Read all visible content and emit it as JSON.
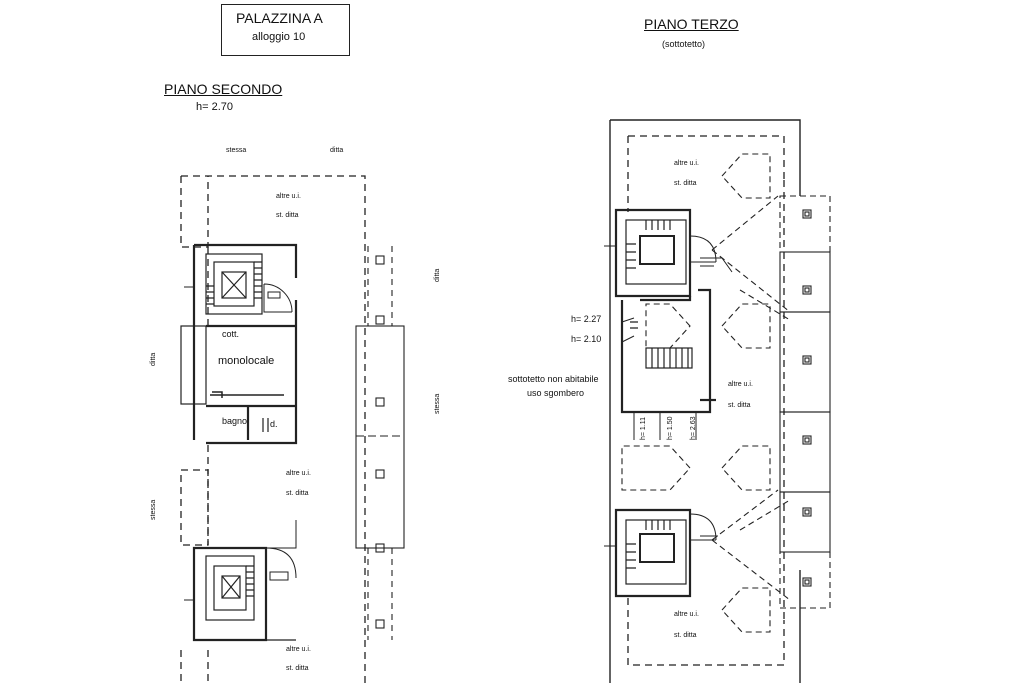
{
  "header": {
    "building": "PALAZZINA A",
    "unit": "alloggio 10"
  },
  "floor2": {
    "title": "PIANO SECONDO",
    "height": "h= 2.70",
    "neighbors": {
      "top_left": "stessa",
      "top_right": "ditta",
      "left": "ditta",
      "left_lower": "stessa",
      "right_top": "ditta",
      "right_mid": "stessa"
    },
    "others_label": "altre u.i.",
    "owner_label": "st. ditta",
    "rooms": {
      "cott": "cott.",
      "monolocale": "monolocale",
      "bagno": "bagno",
      "d": "d."
    }
  },
  "floor3": {
    "title": "PIANO TERZO",
    "subtitle": "(sottotetto)",
    "others_label": "altre u.i.",
    "owner_label": "st. ditta",
    "heights": [
      "h= 2.27",
      "h= 2.10"
    ],
    "vertical_heights": [
      "h= 1.11",
      "h= 1.50",
      "h= 2.63"
    ],
    "attic_note_1": "sottotetto non abitabile",
    "attic_note_2": "uso sgombero"
  },
  "colors": {
    "ink": "#111111",
    "paper": "#ffffff"
  }
}
